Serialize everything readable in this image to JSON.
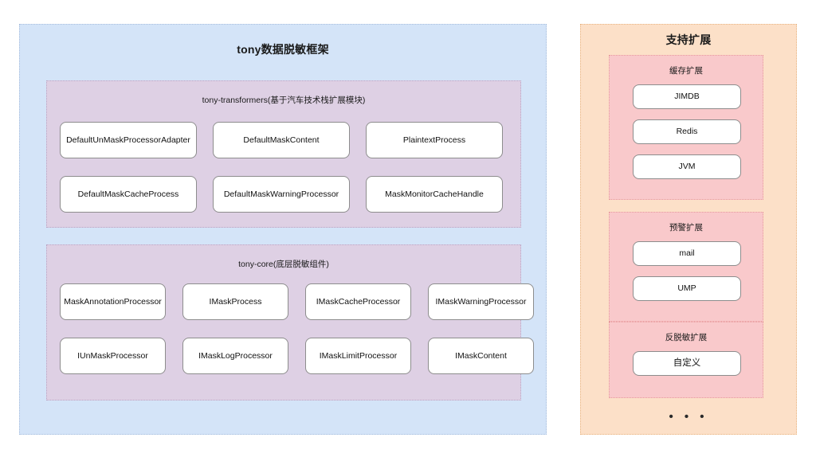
{
  "diagram": {
    "left_panel": {
      "title": "tony数据脱敏框架",
      "sections": [
        {
          "id": "transformers",
          "title": "tony-transformers(基于汽车技术栈扩展模块)",
          "rows": [
            [
              "DefaultUnMaskProcessorAdapter",
              "DefaultMaskContent",
              "PlaintextProcess"
            ],
            [
              "DefaultMaskCacheProcess",
              "DefaultMaskWarningProcessor",
              "MaskMonitorCacheHandle"
            ]
          ]
        },
        {
          "id": "core",
          "title": "tony-core(底层脱敏组件)",
          "rows": [
            [
              "MaskAnnotationProcessor",
              "IMaskProcess",
              "IMaskCacheProcessor",
              "IMaskWarningProcessor"
            ],
            [
              "IUnMaskProcessor",
              "IMaskLogProcessor",
              "IMaskLimitProcessor",
              "IMaskContent"
            ]
          ]
        }
      ]
    },
    "right_panel": {
      "title": "支持扩展",
      "sections": [
        {
          "id": "cache",
          "title": "缓存扩展",
          "items": [
            "JIMDB",
            "Redis",
            "JVM"
          ]
        },
        {
          "id": "warning",
          "title": "预警扩展",
          "items": [
            "mail",
            "UMP"
          ]
        },
        {
          "id": "unmask",
          "title": "反脱敏扩展",
          "items": [
            "自定义"
          ]
        }
      ],
      "more_indicator": "• • •"
    }
  },
  "colors": {
    "panel_blue": "#d4e4f8",
    "panel_purple": "#ded0e4",
    "panel_orange": "#fce0c8",
    "panel_pink": "#f9c9cb",
    "node_fill": "#ffffff",
    "node_border": "#8d8d8d"
  }
}
